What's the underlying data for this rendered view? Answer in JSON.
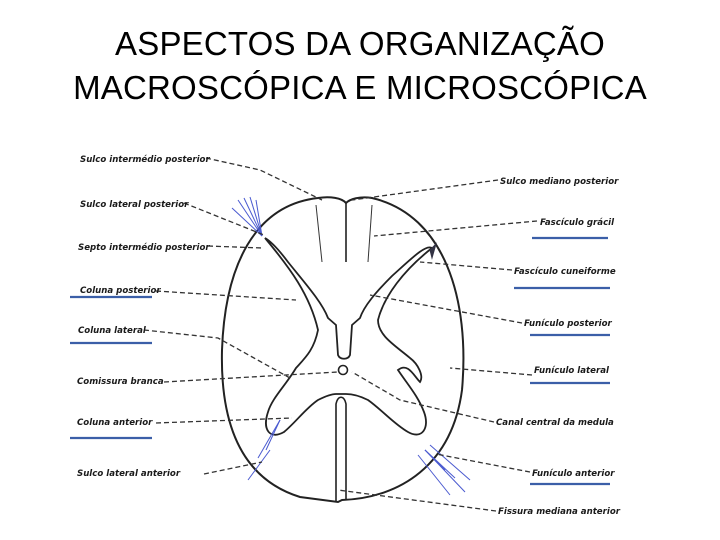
{
  "title": {
    "line1": "ASPECTOS DA ORGANIZAÇÃO",
    "line2": "MACROSCÓPICA E MICROSCÓPICA"
  },
  "diagram": {
    "left_labels": [
      "Sulco intermédio posterior",
      "Sulco lateral posterior",
      "Septo intermédio posterior",
      "Coluna posterior",
      "Coluna lateral",
      "Comissura branca",
      "Coluna anterior",
      "Sulco lateral anterior"
    ],
    "right_labels": [
      "Sulco mediano posterior",
      "Fascículo grácil",
      "Fascículo cuneiforme",
      "Funículo posterior",
      "Funículo lateral",
      "Canal central da medula",
      "Funículo anterior",
      "Fissura mediana anterior"
    ],
    "underline_color": "#3b5fa8"
  }
}
